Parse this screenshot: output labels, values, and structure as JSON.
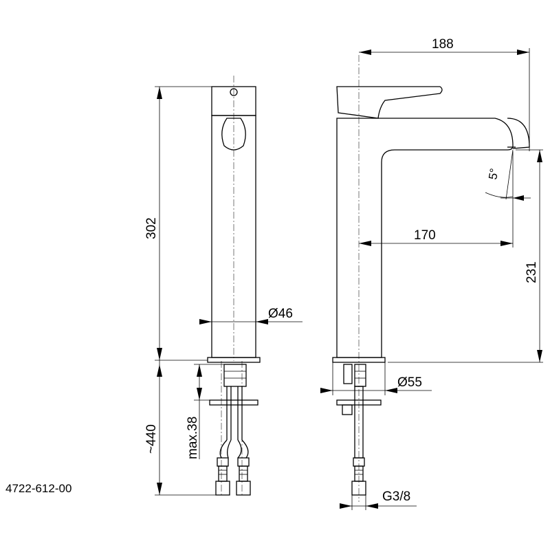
{
  "drawing": {
    "model_code": "4722-612-00",
    "dimensions": {
      "spout_reach_total": "188",
      "spout_reach_axis": "170",
      "spout_height": "231",
      "body_height": "302",
      "hose_length": "~440",
      "max_thickness": "max.38",
      "body_diameter": "Ø46",
      "base_diameter": "Ø55",
      "connection_thread": "G3/8",
      "angle": "5°"
    }
  }
}
